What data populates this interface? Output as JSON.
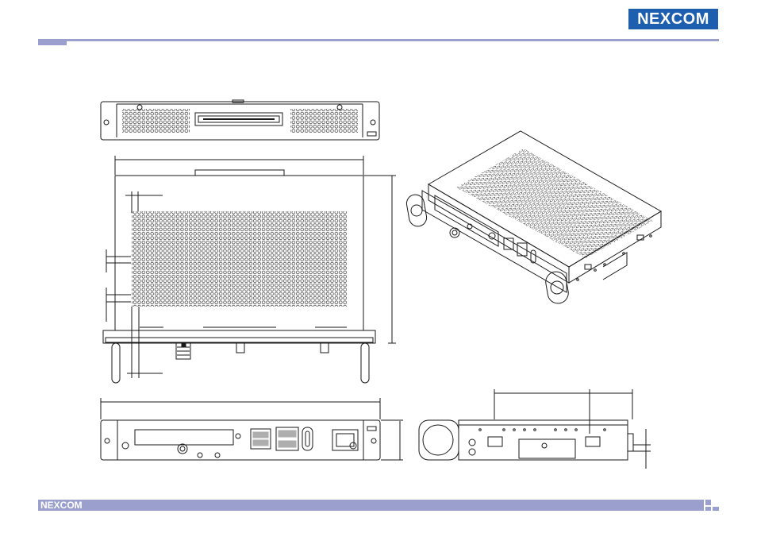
{
  "brand": {
    "logo_text": "NEXCOM",
    "footer_logo_text": "NEXCOM",
    "colors": {
      "accent_bar": "#9b9fce",
      "logo_green": "#0f7a3c",
      "logo_blue": "#1d5fae",
      "line": "#1a1a1a"
    }
  },
  "views": {
    "top_edge": "front-edge-view",
    "plan": "top-plan-view",
    "iso": "isometric-view",
    "front": "front-panel-view",
    "side": "side-view"
  }
}
